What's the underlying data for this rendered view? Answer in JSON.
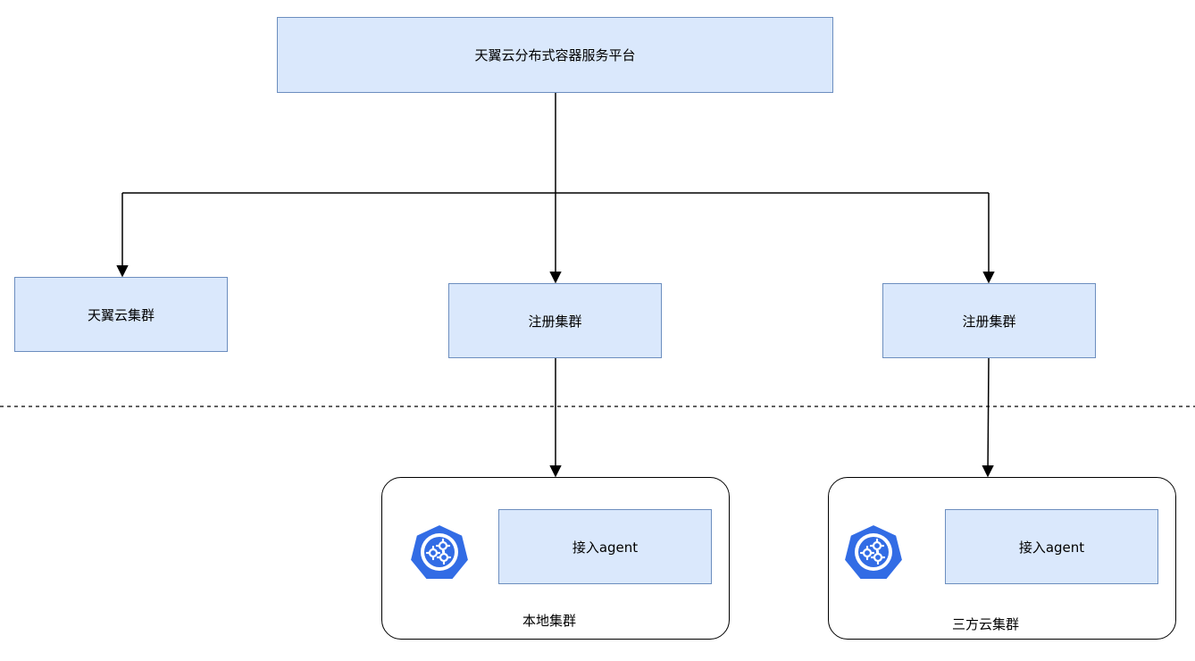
{
  "nodes": {
    "platform": "天翼云分布式容器服务平台",
    "tianyi_cluster": "天翼云集群",
    "registered_cluster_1": "注册集群",
    "registered_cluster_2": "注册集群",
    "agent_1": "接入agent",
    "agent_2": "接入agent"
  },
  "containers": {
    "local_cluster": "本地集群",
    "third_party_cluster": "三方云集群"
  },
  "icons": {
    "cluster_icon": "kubernetes-icon"
  },
  "colors": {
    "node_fill": "#dae8fc",
    "node_border": "#6c8ebf",
    "k8s_blue": "#326ce5",
    "line": "#000000"
  }
}
